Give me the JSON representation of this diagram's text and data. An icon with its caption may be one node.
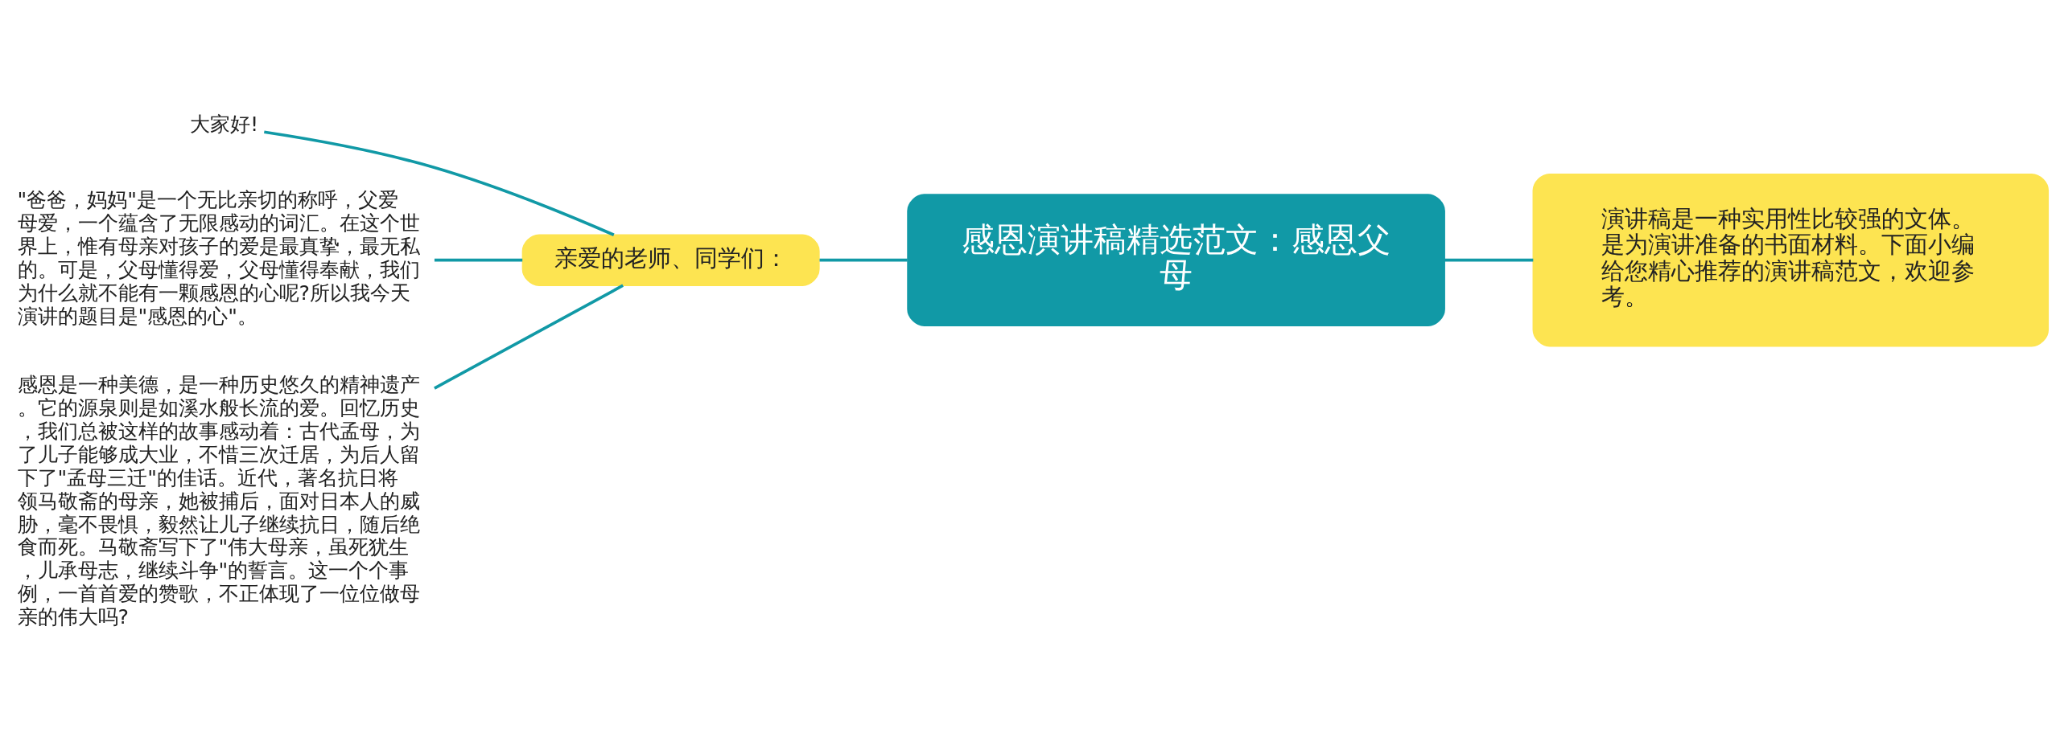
{
  "diagram": {
    "nodes": [
      {
        "text": [
          "感恩演讲稿精选范文：感恩父母"
        ]
      },
      {
        "text": [
          "演讲稿是一种实用性比较强的文体。是为演讲准备的书面材料。下面小编给您精心推荐的演讲稿范文，欢迎参考。"
        ]
      },
      {
        "text": [
          "亲爱的老师、同学们："
        ]
      },
      {
        "text": [
          "大家好!"
        ]
      },
      {
        "text": [
          "\"爸爸，妈妈\"是一个无比亲切的称呼，父爱母爱，一个蕴含了无限感动的词汇。在这个世界上，惟有母亲对孩子的爱是最真挚，最无私的。可是，父母懂得爱，父母懂得奉献，我们为什么就不能有一颗感恩的心呢?所以我今天演讲的题目是\"感恩的心\"。"
        ]
      },
      {
        "text": [
          "感恩是一种美德，是一种历史悠久的精神遗产。它的源泉则是如溪水般长流的爱。回忆历史，我们总被这样的故事感动着：古代孟母，为了儿子能够成大业，不惜三次迁居，为后人留下了\"孟母三迁\"的佳话。近代，著名抗日将领马敬斋的母亲，她被捕后，面对日本人的威胁，毫不畏惧，毅然让儿子继续抗日，随后绝食而死。马敬斋写下了\"伟大母亲，虽死犹生，儿承母志，继续斗争\"的誓言。这一个个事例，一首首爱的赞歌，不正体现了一位位做母亲的伟大吗?"
        ]
      }
    ],
    "edges": [
      {
        "from": 2,
        "to": 0,
        "arrow": "none"
      },
      {
        "from": 0,
        "to": 1,
        "arrow": "none"
      },
      {
        "from": 3,
        "to": 2,
        "arrow": "none"
      },
      {
        "from": 4,
        "to": 2,
        "arrow": "none"
      },
      {
        "from": 5,
        "to": 2,
        "arrow": "none"
      }
    ]
  }
}
